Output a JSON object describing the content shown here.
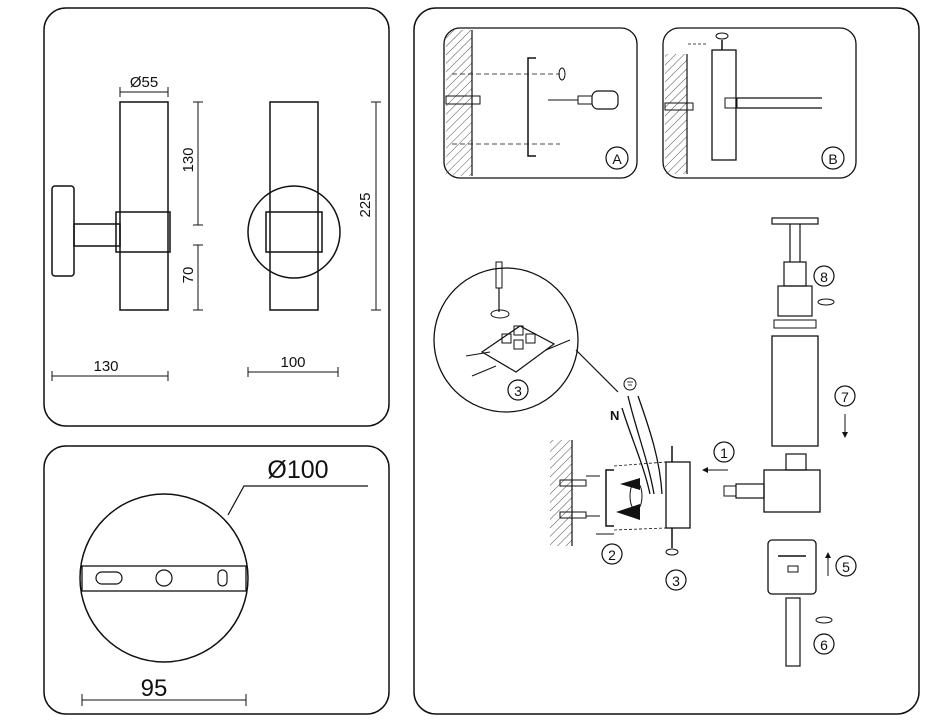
{
  "dimensions": {
    "tube_diameter": "Ø55",
    "upper_height": "130",
    "lower_height": "70",
    "total_height": "225",
    "depth": "130",
    "base_width": "100",
    "plate_diameter": "Ø100",
    "mount_spacing": "95"
  },
  "steps": {
    "a": "A",
    "b": "B",
    "s1": "1",
    "s2": "2",
    "s3": "3",
    "s3_detail": "3",
    "s5": "5",
    "s6": "6",
    "s7": "7",
    "s8": "8"
  },
  "wiring": {
    "neutral": "N"
  }
}
